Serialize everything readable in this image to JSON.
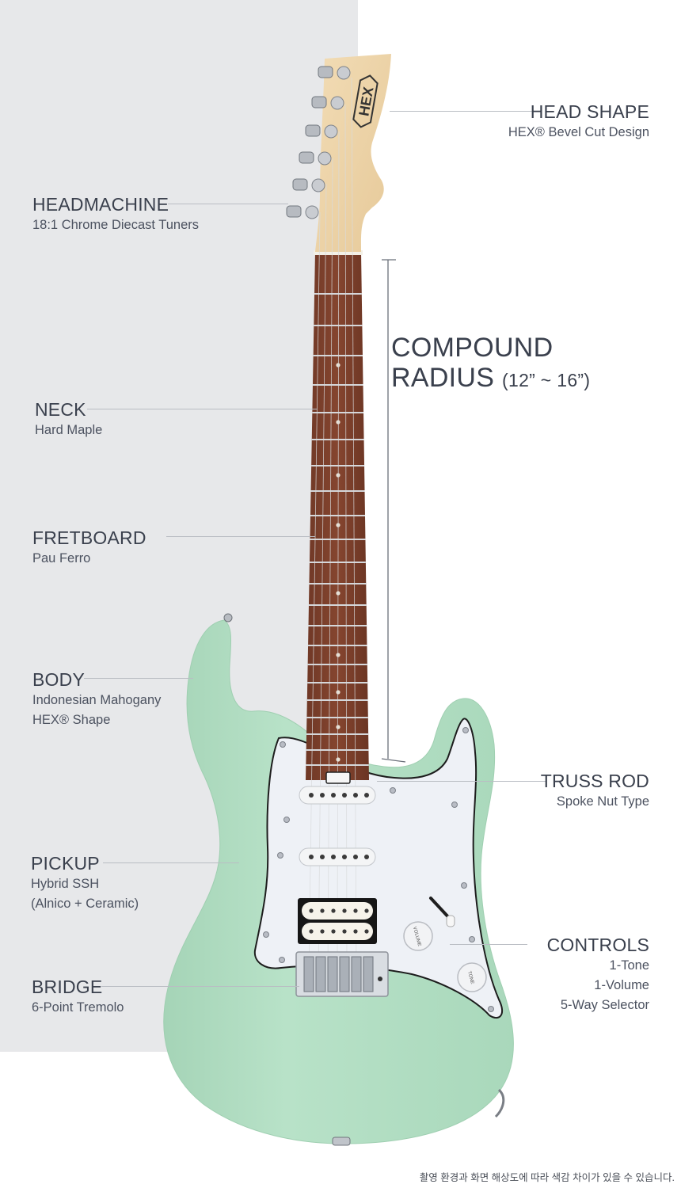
{
  "specs": {
    "head_shape": {
      "title": "HEAD SHAPE",
      "sub": [
        "HEX® Bevel Cut Design"
      ]
    },
    "headmachine": {
      "title": "HEADMACHINE",
      "sub": [
        "18:1 Chrome Diecast Tuners"
      ]
    },
    "neck": {
      "title": "NECK",
      "sub": [
        "Hard Maple"
      ]
    },
    "fretboard": {
      "title": "FRETBOARD",
      "sub": [
        "Pau Ferro"
      ]
    },
    "body": {
      "title": "BODY",
      "sub": [
        "Indonesian Mahogany",
        "HEX® Shape"
      ]
    },
    "truss_rod": {
      "title": "TRUSS ROD",
      "sub": [
        "Spoke Nut Type"
      ]
    },
    "pickup": {
      "title": "PICKUP",
      "sub": [
        "Hybrid SSH",
        "(Alnico + Ceramic)"
      ]
    },
    "controls": {
      "title": "CONTROLS",
      "sub": [
        "1-Tone",
        "1-Volume",
        "5-Way Selector"
      ]
    },
    "bridge": {
      "title": "BRIDGE",
      "sub": [
        "6-Point Tremolo"
      ]
    }
  },
  "radius": {
    "line1": "COMPOUND",
    "line2": "RADIUS",
    "range": "(12” ~ 16”)"
  },
  "headstock_logo": "HEX",
  "knob_labels": {
    "volume": "VOLUME",
    "tone": "TONE"
  },
  "footnote": "촬영 환경과 화면 해상도에 따라 색감 차이가 있을 수 있습니다.",
  "colors": {
    "panel_bg": "#e7e8ea",
    "body_color": "#b3ddc3",
    "pickguard": "#eef1f6",
    "fretboard": "#7a3f2c",
    "headstock": "#ecd2a7",
    "text": "#3a404d"
  }
}
